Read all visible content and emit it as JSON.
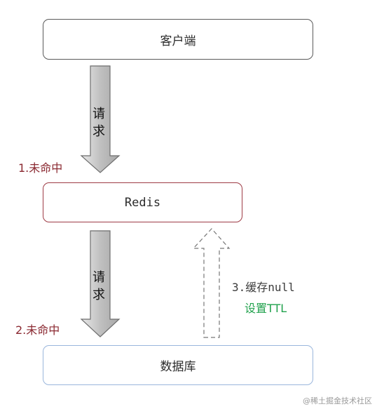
{
  "nodes": {
    "client": "客户端",
    "redis": "Redis",
    "database": "数据库"
  },
  "arrows": {
    "request_1": [
      "请",
      "求"
    ],
    "request_2": [
      "请",
      "求"
    ]
  },
  "labels": {
    "miss_1": "1.未命中",
    "miss_2": "2.未命中",
    "cache_null": "3.缓存null",
    "set_ttl": "设置TTL"
  },
  "colors": {
    "redis_border": "#9e3b45",
    "db_border": "#9ab6dc",
    "miss_text": "#8b2a32",
    "ttl_text": "#22a24e",
    "arrow_fill": "#c4c4c4"
  },
  "watermark": "@稀土掘金技术社区"
}
